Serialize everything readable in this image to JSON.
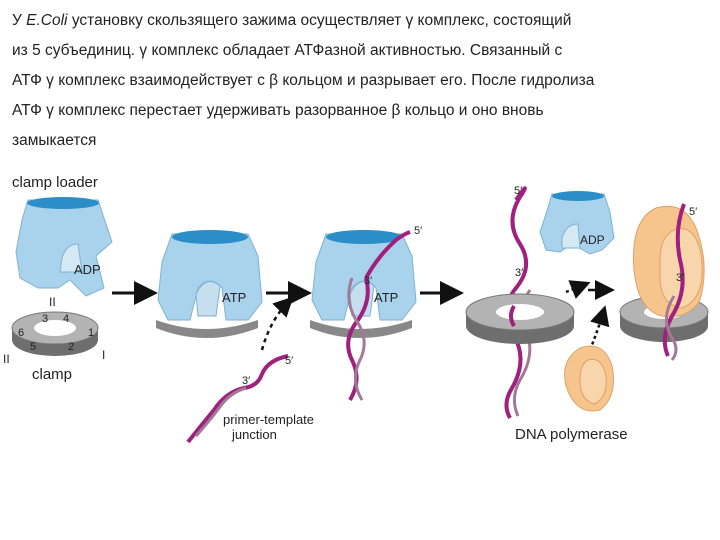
{
  "text": {
    "line1_prefix": "У ",
    "line1_species": "E.Coli",
    "line1_rest": " установку скользящего зажима осуществляет γ комплекс, состоящий",
    "line2": "из 5 субъединиц. γ комплекс обладает АТФазной активностью. Связанный с",
    "line3": "АТФ γ комплекс взаимодействует с β кольцом и разрывает его. После гидролиза",
    "line4": "АТФ γ комплекс перестает удерживать разорванное β кольцо и оно вновь",
    "line5": "замыкается"
  },
  "diagram": {
    "clamp_loader": "clamp loader",
    "adp": "ADP",
    "atp": "ATP",
    "clamp": "clamp",
    "roman_ii": "II",
    "roman_i": "I",
    "sub_3": "3",
    "sub_4": "4",
    "sub_6": "6",
    "sub_1": "1",
    "sub_5": "5",
    "sub_2": "2",
    "five_prime": "5′",
    "three_prime": "3′",
    "primer_template_l1": "primer-template",
    "primer_template_l2": "junction",
    "dna_polymerase": "DNA polymerase"
  },
  "colors": {
    "loader_fill": "#a9d3ec",
    "loader_top": "#2b8ec8",
    "ring_fill": "#a7a7a7",
    "ring_dark": "#6e6e6e",
    "dna_strand": "#a0207e",
    "dna_strand_light": "#a07a96",
    "polymerase_fill": "#f6c58e"
  }
}
